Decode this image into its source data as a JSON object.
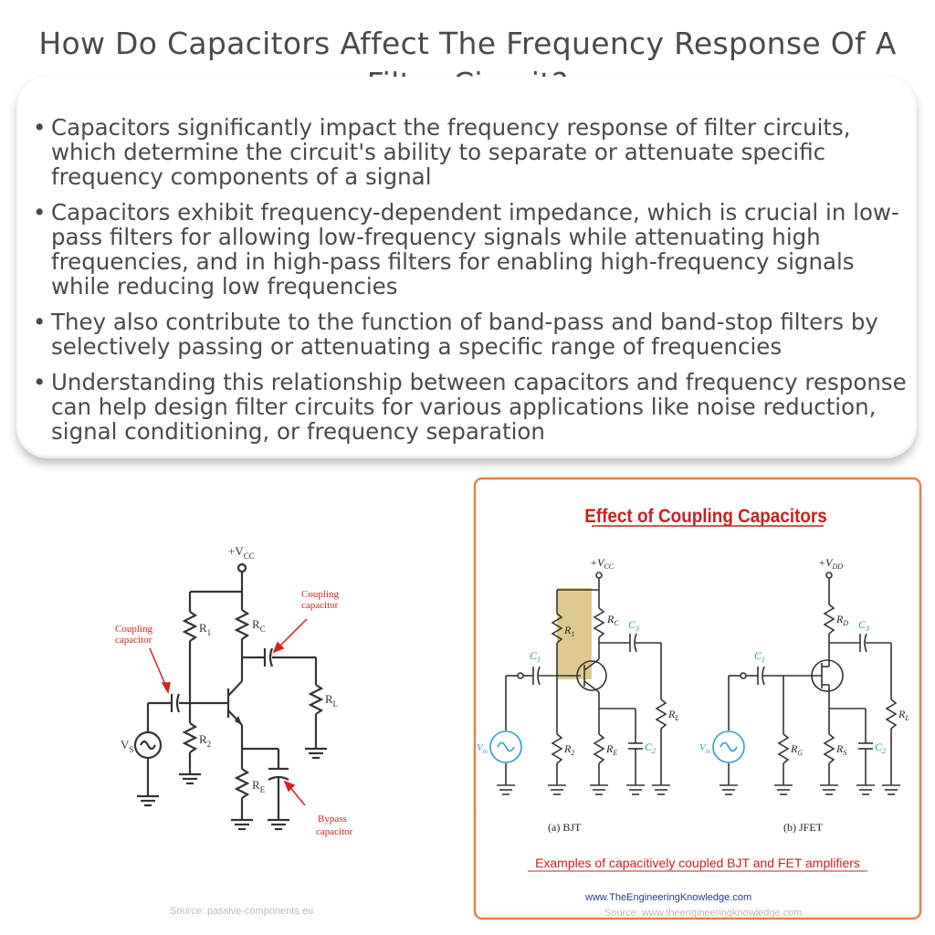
{
  "title": "How Do Capacitors Affect The Frequency Response Of A Filter Circuit?",
  "bullets": [
    "Capacitors significantly impact the frequency response of filter circuits, which determine the circuit's ability to separate or attenuate specific frequency components of a signal",
    "Capacitors exhibit frequency-dependent impedance, which is crucial in low-pass filters for allowing low-frequency signals while attenuating high frequencies, and in high-pass filters for enabling high-frequency signals while reducing low frequencies",
    "They also contribute to the function of band-pass and band-stop filters by selectively passing or attenuating a specific range of frequencies",
    "Understanding this relationship between capacitors and frequency response can help design filter circuits for various applications like noise reduction, signal conditioning, or frequency separation"
  ],
  "bullet_marker": "•",
  "left_figure": {
    "vcc": "+V",
    "vcc_sub": "CC",
    "coupling_in": [
      "Coupling",
      "capacitor"
    ],
    "coupling_out": [
      "Coupling",
      "capacitor"
    ],
    "bypass": [
      "Bypass",
      "capacitor"
    ],
    "r1": "R",
    "r1_sub": "1",
    "r2": "R",
    "r2_sub": "2",
    "rc": "R",
    "rc_sub": "C",
    "re": "R",
    "re_sub": "E",
    "rl": "R",
    "rl_sub": "L",
    "vs": "V",
    "vs_sub": "S",
    "source": "Source: passive-components.eu"
  },
  "right_figure": {
    "title": "Effect of Coupling Capacitors",
    "caption": "Examples of capacitively coupled BJT and FET amplifiers",
    "website": "www.TheEngineeringKnowledge.com",
    "source": "Source: www.theengineeringknowledge.com",
    "bjt": {
      "vcc": "+V",
      "vcc_sub": "CC",
      "r1": "R",
      "r1_sub": "1",
      "rc": "R",
      "rc_sub": "C",
      "c1": "C",
      "c1_sub": "1",
      "c3": "C",
      "c3_sub": "3",
      "c2": "C",
      "c2_sub": "2",
      "r2": "R",
      "r2_sub": "2",
      "re": "R",
      "re_sub": "E",
      "rl": "R",
      "rl_sub": "L",
      "vin": "V",
      "vin_sub": "in",
      "label": "(a) BJT"
    },
    "jfet": {
      "vdd": "+V",
      "vdd_sub": "DD",
      "rd": "R",
      "rd_sub": "D",
      "c1": "C",
      "c1_sub": "1",
      "c3": "C",
      "c3_sub": "3",
      "c2": "C",
      "c2_sub": "2",
      "rg": "R",
      "rg_sub": "G",
      "rs": "R",
      "rs_sub": "S",
      "rl": "R",
      "rl_sub": "L",
      "vin": "V",
      "vin_sub": "in",
      "label": "(b) JFET"
    },
    "colors": {
      "border": "#e8804a",
      "title": "#cc1f1f",
      "caption": "#cc1f1f",
      "cap": "#2aa089",
      "vin": "#2aa0c8",
      "highlight": "#d8c17a",
      "website": "#2a3a8c"
    }
  },
  "left_colors": {
    "annotation": "#d42020",
    "wire": "#333333"
  }
}
